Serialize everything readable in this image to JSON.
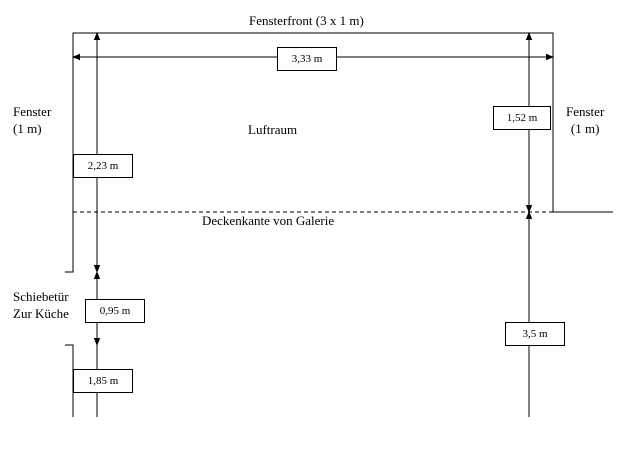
{
  "plan": {
    "title": "Fensterfront (3 x 1 m)",
    "window_left": {
      "line1": "Fenster",
      "line2": "(1 m)"
    },
    "window_right": {
      "line1": "Fenster",
      "line2": "(1 m)"
    },
    "airspace": "Luftraum",
    "gallery_edge": "Deckenkante von Galerie",
    "sliding_door": {
      "line1": "Schiebetür",
      "line2": "Zur Küche"
    }
  },
  "dimensions": {
    "width_top": "3,33 m",
    "right_upper": "1,52 m",
    "left_upper": "2,23 m",
    "door_height": "0,95 m",
    "right_lower": "3,5 m",
    "left_lower": "1,85 m"
  },
  "colors": {
    "line": "#000000",
    "background": "#ffffff"
  }
}
